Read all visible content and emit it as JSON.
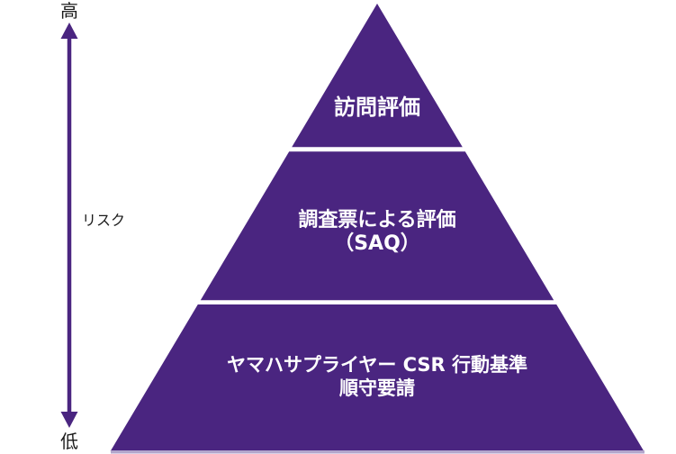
{
  "colors": {
    "pyramid": "#4A2580",
    "arrow": "#4A2580",
    "divider": "#FFFFFF",
    "tier_text": "#FFFFFF",
    "axis_text": "#1A1A1A",
    "base_edge": "#B3A6CC",
    "background": "#FFFFFF"
  },
  "axis": {
    "high_label": "高",
    "low_label": "低",
    "risk_label": "リスク"
  },
  "pyramid": {
    "tiers": [
      {
        "lines": [
          "訪問評価"
        ]
      },
      {
        "lines": [
          "調査票による評価",
          "（SAQ）"
        ]
      },
      {
        "lines": [
          "ヤマハサプライヤー CSR 行動基準",
          "順守要請"
        ]
      }
    ]
  }
}
